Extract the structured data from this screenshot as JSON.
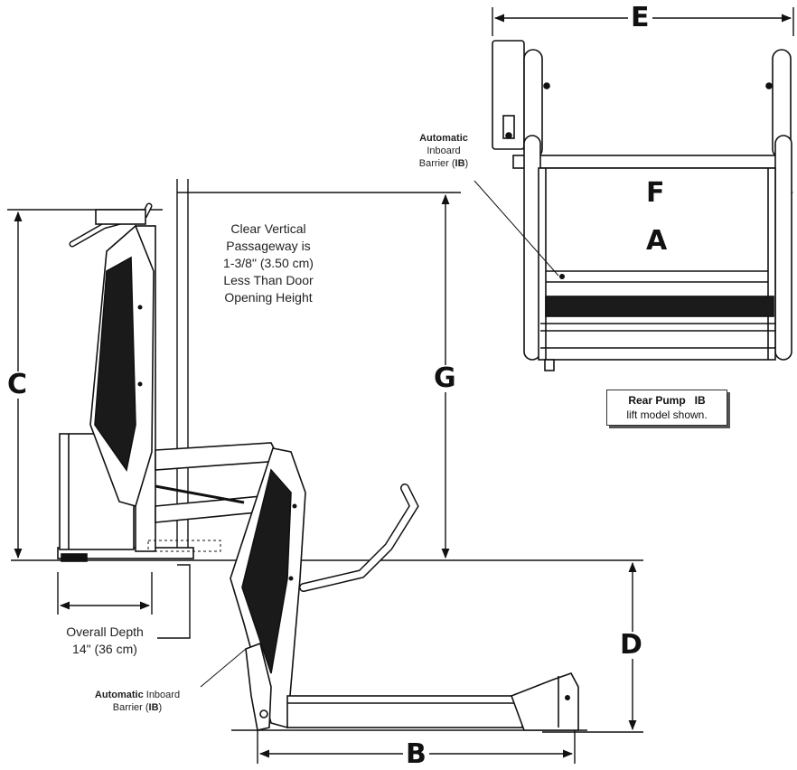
{
  "labels": {
    "A": "A",
    "B": "B",
    "C": "C",
    "D": "D",
    "E": "E",
    "F": "F",
    "G": "G"
  },
  "clear_passage": {
    "line1": "Clear Vertical",
    "line2": "Passageway is",
    "line3": "1-3/8\" (3.50 cm)",
    "line4": "Less Than Door",
    "line5": "Opening Height"
  },
  "overall_depth": {
    "line1": "Overall Depth",
    "line2": "14\" (36 cm)"
  },
  "barrier_top": {
    "bold": "Automatic",
    "line2": "Inboard",
    "line3a": "Barrier (",
    "line3b": "IB",
    "line3c": ")"
  },
  "barrier_bottom": {
    "bold": "Automatic",
    "rest": " Inboard",
    "line2a": "Barrier (",
    "line2b": "IB",
    "line2c": ")"
  },
  "model_badge": {
    "bold": "Rear Pump   IB",
    "line2": "lift model shown."
  }
}
